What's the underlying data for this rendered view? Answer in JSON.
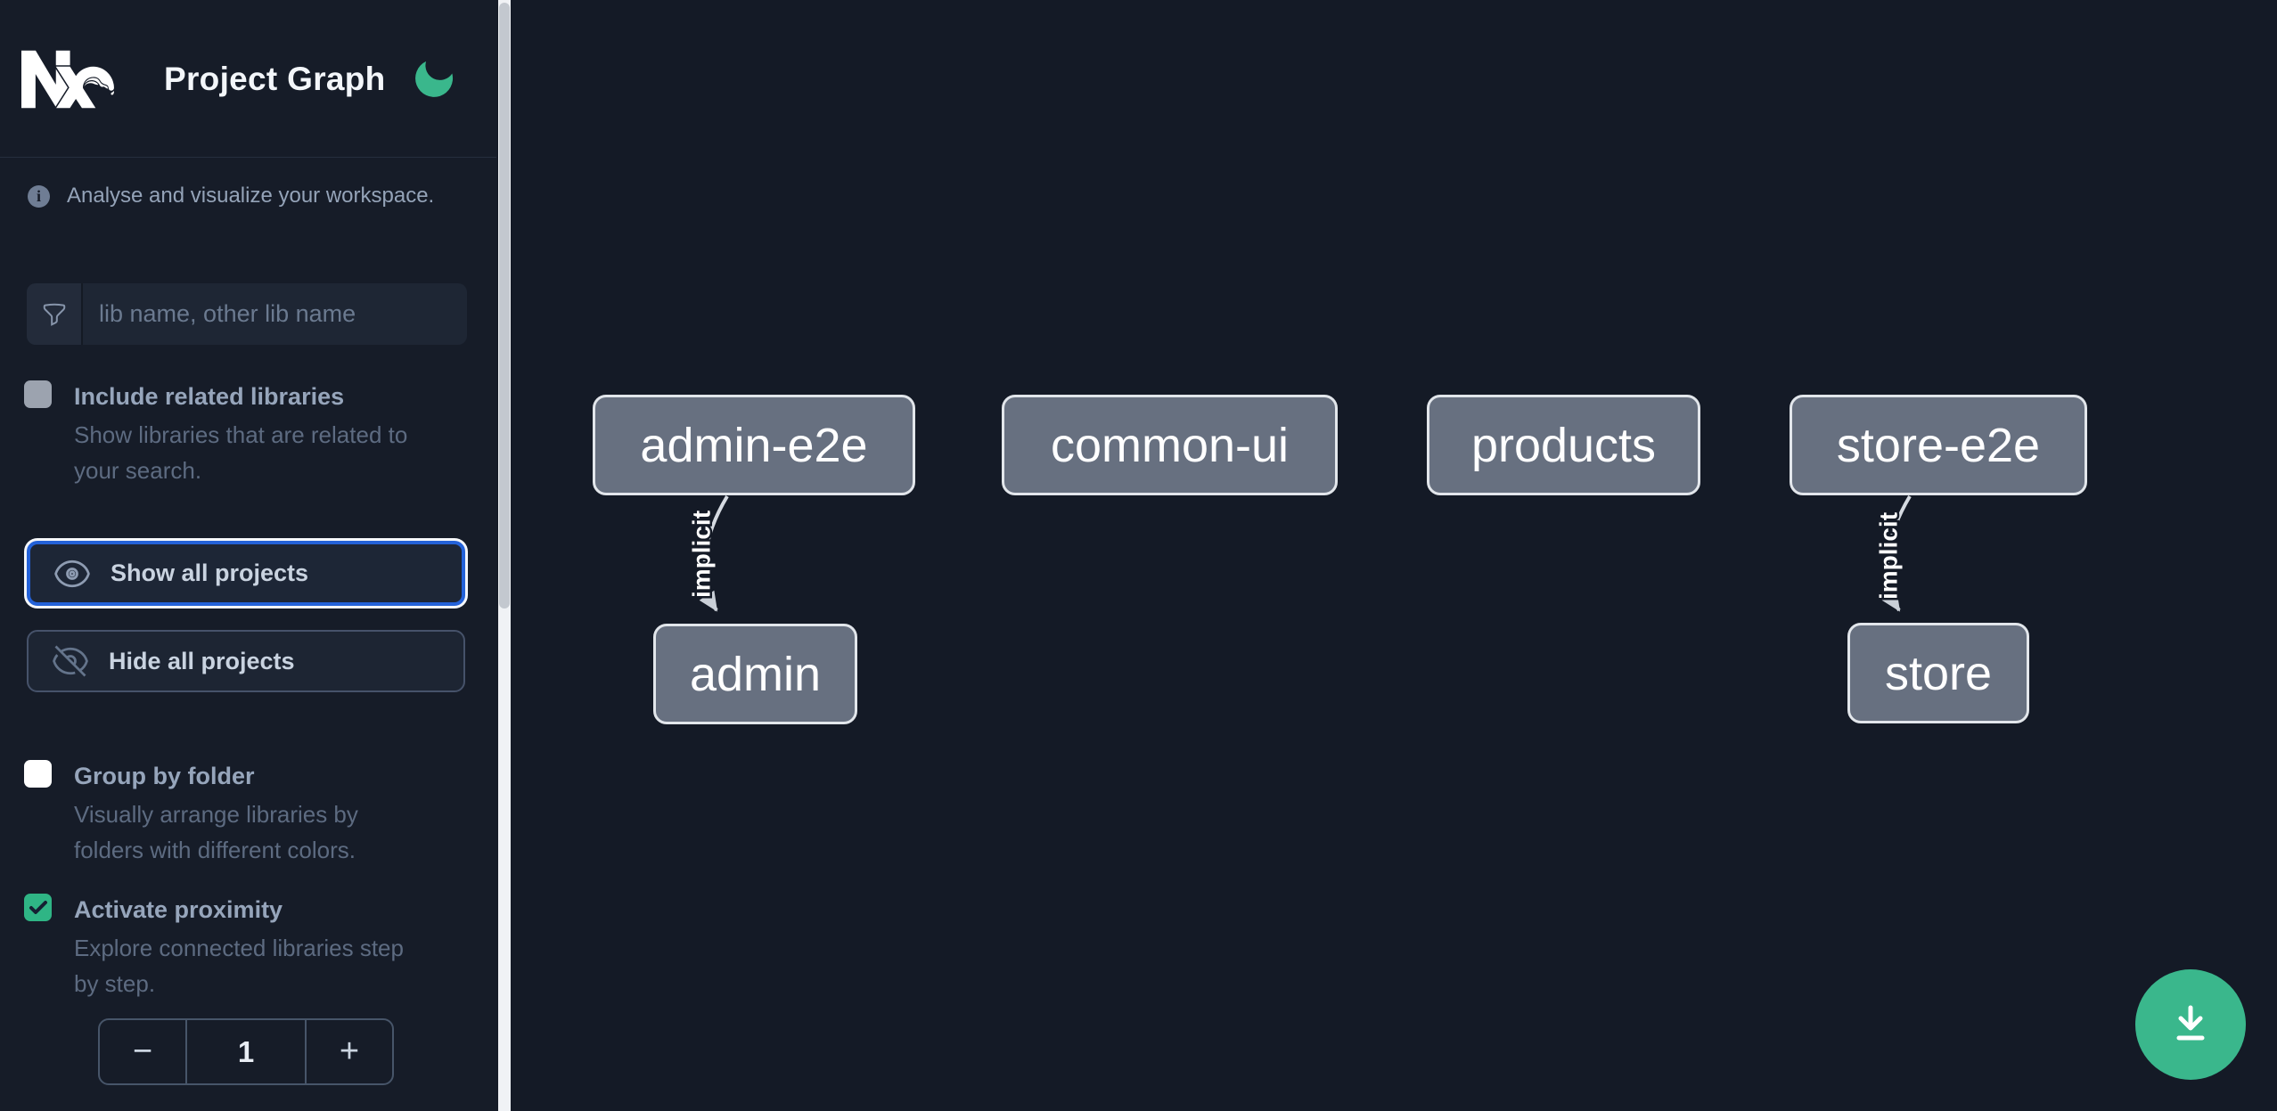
{
  "header": {
    "title": "Project Graph",
    "logo_icon": "nx-logo",
    "theme_icon": "moon-icon"
  },
  "sidebar": {
    "info_text": "Analyse and visualize your workspace.",
    "filter": {
      "icon": "funnel-icon",
      "placeholder": "lib name, other lib name",
      "value": ""
    },
    "toggles": {
      "include_related": {
        "label": "Include related libraries",
        "description": "Show libraries that are related to\nyour search.",
        "checked": false,
        "disabled": true
      },
      "group_by_folder": {
        "label": "Group by folder",
        "description": "Visually arrange libraries by\nfolders with different colors.",
        "checked": false
      },
      "activate_proximity": {
        "label": "Activate proximity",
        "description": "Explore connected libraries step\nby step.",
        "checked": true
      }
    },
    "buttons": {
      "show_all": {
        "label": "Show all projects",
        "icon": "eye-icon",
        "focused": true
      },
      "hide_all": {
        "label": "Hide all projects",
        "icon": "eye-slash-icon",
        "focused": false
      }
    },
    "proximity_stepper": {
      "decrement_label": "−",
      "value": "1",
      "increment_label": "+"
    }
  },
  "graph": {
    "nodes": [
      {
        "label": "admin-e2e"
      },
      {
        "label": "common-ui"
      },
      {
        "label": "products"
      },
      {
        "label": "store-e2e"
      },
      {
        "label": "admin"
      },
      {
        "label": "store"
      }
    ],
    "edges": [
      {
        "source": "admin-e2e",
        "target": "admin",
        "label": "implicit"
      },
      {
        "source": "store-e2e",
        "target": "store",
        "label": "implicit"
      }
    ]
  },
  "fab": {
    "icon": "download-icon"
  },
  "colors": {
    "sidebar_bg": "#161c28",
    "canvas_bg": "#141a26",
    "accent_green": "#3ab78c",
    "focus_blue": "#2462d9",
    "node_fill": "#677080",
    "node_border": "#e2e6eb",
    "checkbox_checked": "#2fb585",
    "title_text": "#96a5bb",
    "body_text": "#5d6b81"
  }
}
